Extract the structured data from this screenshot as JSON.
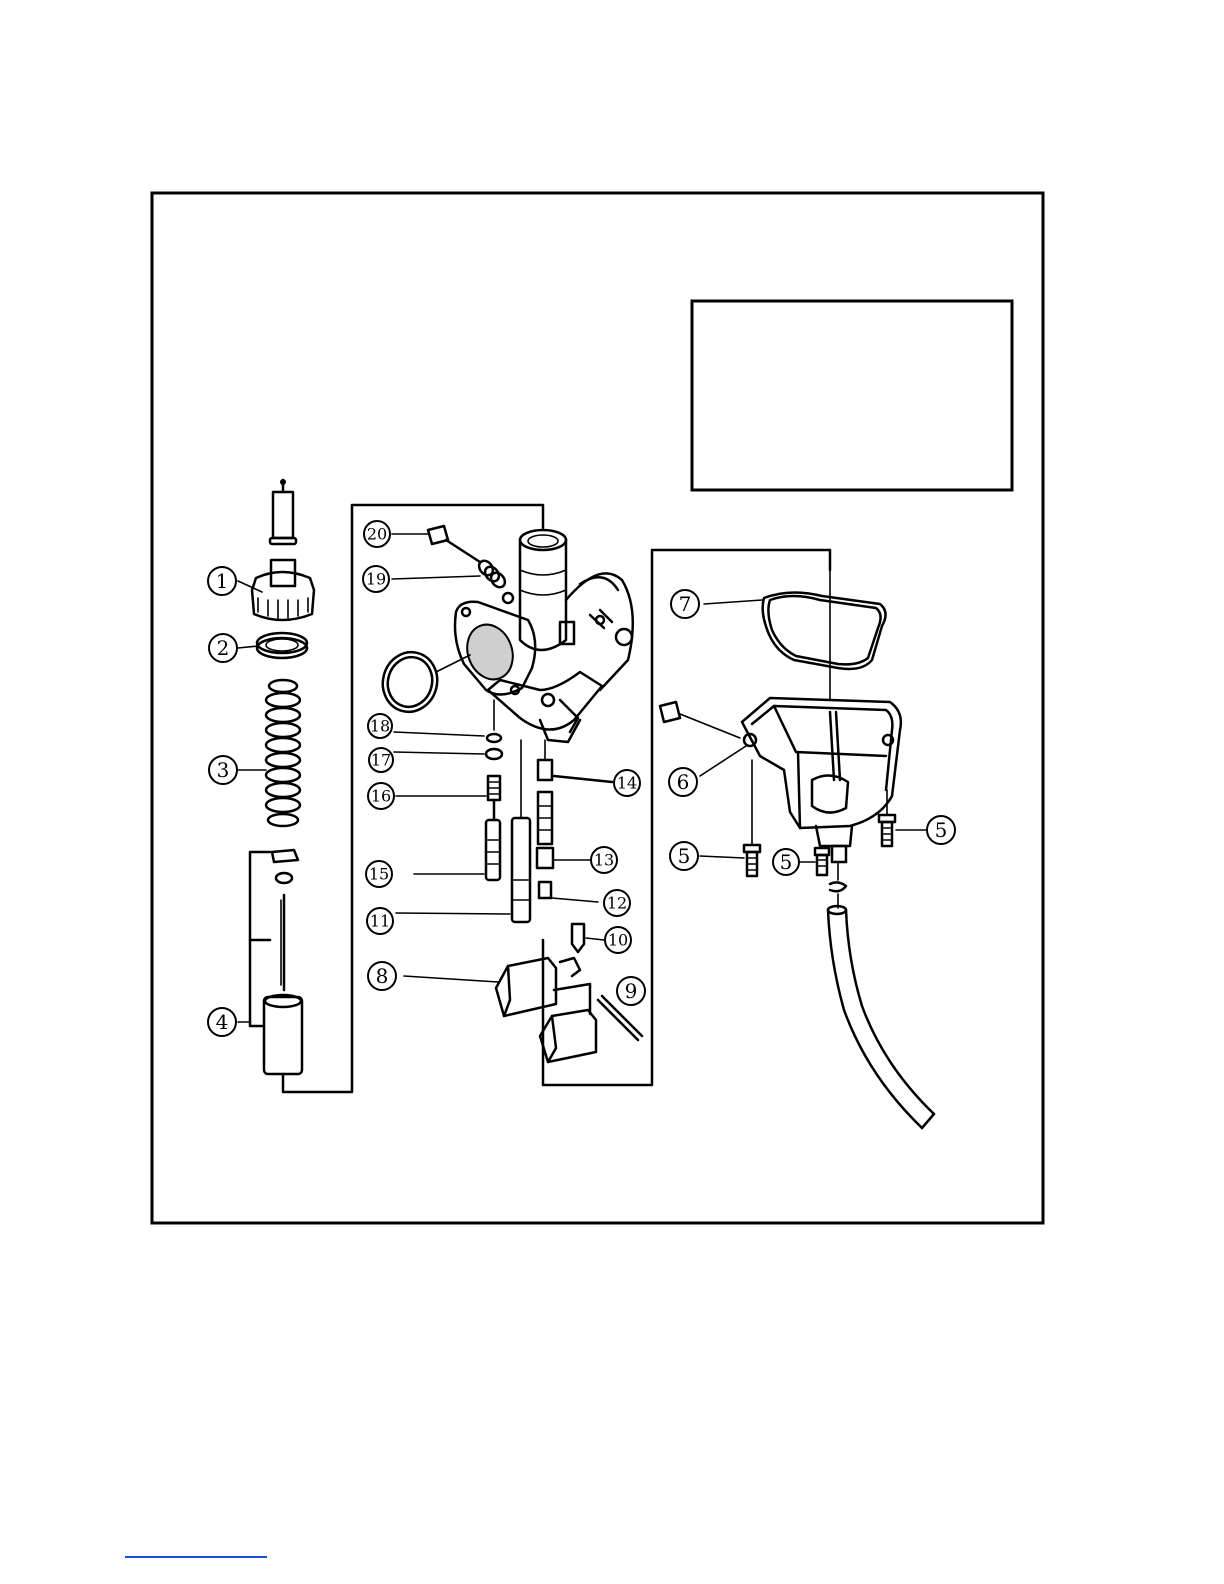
{
  "diagram": {
    "type": "exploded-parts-view",
    "part_labels": [
      {
        "id": "p1",
        "text": "1"
      },
      {
        "id": "p2",
        "text": "2"
      },
      {
        "id": "p3",
        "text": "3"
      },
      {
        "id": "p4",
        "text": "4"
      },
      {
        "id": "p5a",
        "text": "5"
      },
      {
        "id": "p5b",
        "text": "5"
      },
      {
        "id": "p5c",
        "text": "5"
      },
      {
        "id": "p6",
        "text": "6"
      },
      {
        "id": "p7",
        "text": "7"
      },
      {
        "id": "p8",
        "text": "8"
      },
      {
        "id": "p9",
        "text": "9"
      },
      {
        "id": "p10",
        "text": "10"
      },
      {
        "id": "p11",
        "text": "11"
      },
      {
        "id": "p12",
        "text": "12"
      },
      {
        "id": "p13",
        "text": "13"
      },
      {
        "id": "p14",
        "text": "14"
      },
      {
        "id": "p15",
        "text": "15"
      },
      {
        "id": "p16",
        "text": "16"
      },
      {
        "id": "p17",
        "text": "17"
      },
      {
        "id": "p18",
        "text": "18"
      },
      {
        "id": "p19",
        "text": "19"
      },
      {
        "id": "p20",
        "text": "20"
      }
    ],
    "legend_box_text": ""
  },
  "colors": {
    "ink": "#000000",
    "paper": "#ffffff",
    "footer_rule": "#1b4fd8"
  }
}
